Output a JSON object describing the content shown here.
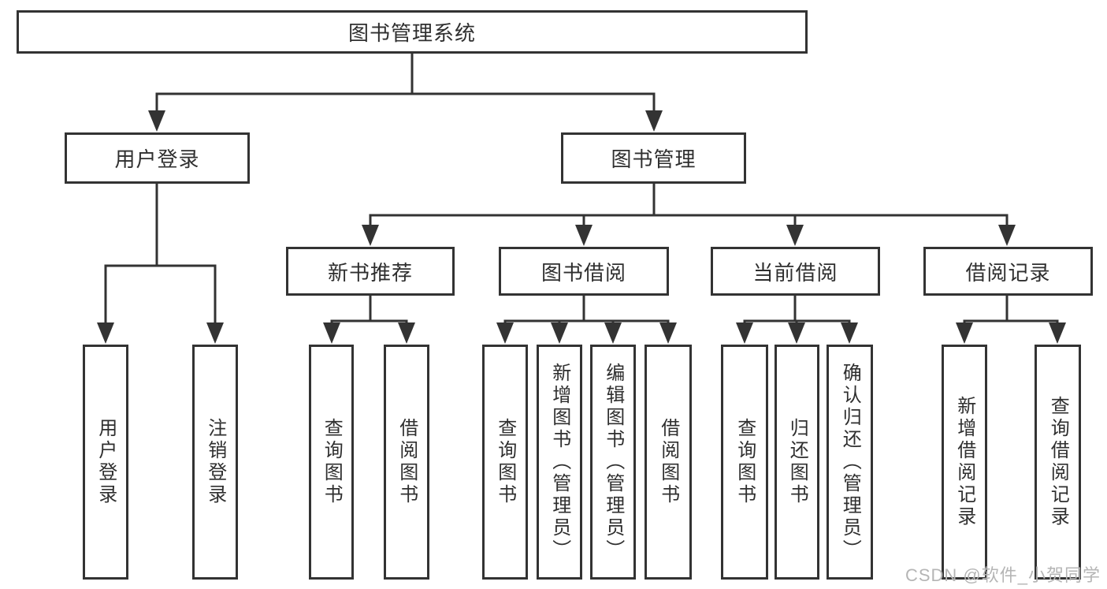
{
  "colors": {
    "line": "#333333",
    "box_border": "#333333",
    "text": "#2f2f2f",
    "watermark": "#b5b5b5"
  },
  "tree": {
    "label": "图书管理系统",
    "children": [
      {
        "label": "用户登录",
        "children": [
          {
            "label": "用户登录"
          },
          {
            "label": "注销登录"
          }
        ]
      },
      {
        "label": "图书管理",
        "children": [
          {
            "label": "新书推荐",
            "children": [
              {
                "label": "查询图书"
              },
              {
                "label": "借阅图书"
              }
            ]
          },
          {
            "label": "图书借阅",
            "children": [
              {
                "label": "查询图书"
              },
              {
                "label": "新增图书（管理员）"
              },
              {
                "label": "编辑图书（管理员）"
              },
              {
                "label": "借阅图书"
              }
            ]
          },
          {
            "label": "当前借阅",
            "children": [
              {
                "label": "查询图书"
              },
              {
                "label": "归还图书"
              },
              {
                "label": "确认归还（管理员）"
              }
            ]
          },
          {
            "label": "借阅记录",
            "children": [
              {
                "label": "新增借阅记录"
              },
              {
                "label": "查询借阅记录"
              }
            ]
          }
        ]
      }
    ]
  },
  "watermark": {
    "text": "CSDN @软件_小贺同学"
  }
}
